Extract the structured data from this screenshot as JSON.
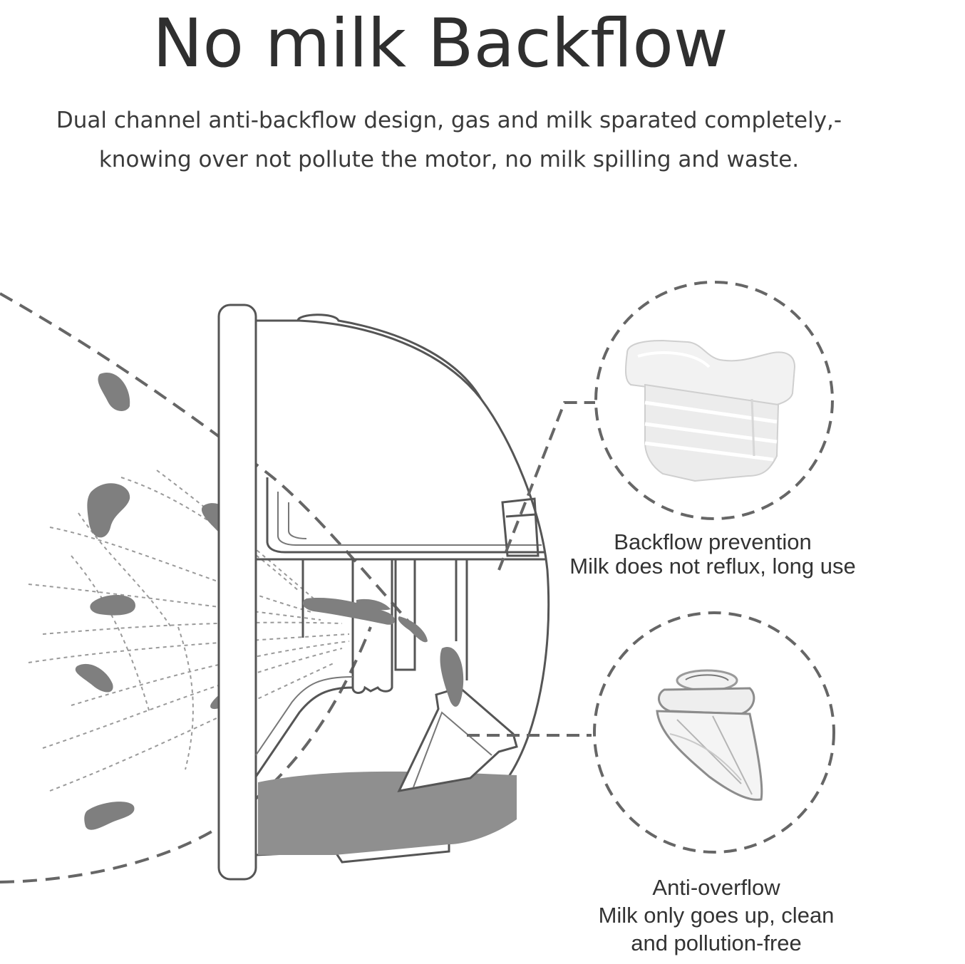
{
  "header": {
    "title": "No milk Backflow",
    "description_line1": "Dual channel anti-backflow design, gas and milk sparated completely,-",
    "description_line2": "knowing over not pollute the motor, no milk spilling and waste."
  },
  "callouts": [
    {
      "id": "backflow",
      "heading": "Backflow prevention",
      "detail": "Milk does not reflux, long use",
      "part_icon": "silicone-valve-cap-icon"
    },
    {
      "id": "overflow",
      "heading": "Anti-overflow",
      "detail_line1": "Milk only goes up, clean",
      "detail_line2": "and pollution-free",
      "part_icon": "duckbill-valve-icon"
    }
  ],
  "colors": {
    "ink": "#555555",
    "milk": "#8c8c8c",
    "dash": "#666666",
    "text": "#333333"
  }
}
